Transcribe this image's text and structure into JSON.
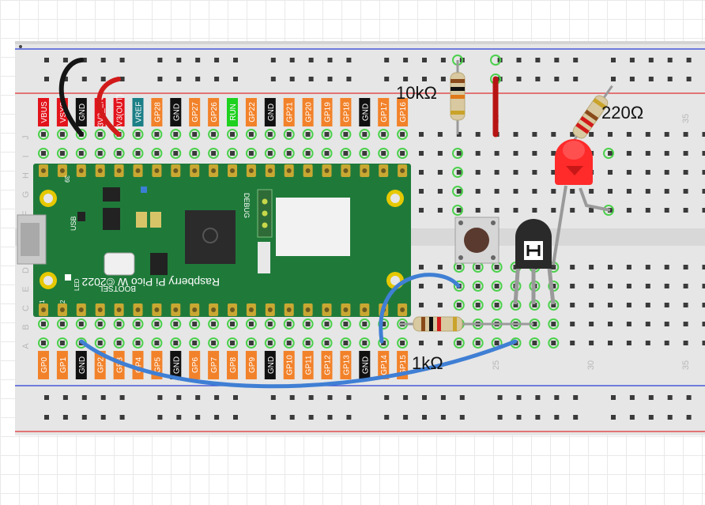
{
  "board": {
    "name": "Raspberry Pi Pico W ©2022",
    "debug_label": "DEBUG",
    "usb_label": "USB",
    "bootsel_label": "BOOTSEL",
    "led_label": "LED",
    "pin39_label": "39",
    "pin1_label": "1",
    "pin2_label": "2"
  },
  "top_pins": [
    "VBUS",
    "VSYS",
    "GND",
    "3V3_EN",
    "3V3(OUT)",
    "VREF",
    "GP28",
    "GND",
    "GP27",
    "GP26",
    "RUN",
    "GP22",
    "GND",
    "GP21",
    "GP20",
    "GP19",
    "GP18",
    "GND",
    "GP17",
    "GP16"
  ],
  "bottom_pins": [
    "GP0",
    "GP1",
    "GND",
    "GP2",
    "GP3",
    "GP4",
    "GP5",
    "GND",
    "GP6",
    "GP7",
    "GP8",
    "GP9",
    "GND",
    "GP10",
    "GP11",
    "GP12",
    "GP13",
    "GND",
    "GP14",
    "GP15"
  ],
  "row_letters_top": [
    "J",
    "I",
    "H",
    "G",
    "F"
  ],
  "row_letters_bottom": [
    "E",
    "D",
    "C",
    "B",
    "A"
  ],
  "column_numbers": [
    "25",
    "30",
    "35"
  ],
  "resistors": {
    "r_pullup": "10kΩ",
    "r_led": "220Ω",
    "r_base": "1kΩ"
  },
  "colors": {
    "pin_gp": "#f2822a",
    "pin_gnd": "#111111",
    "pin_power": "#e3131b",
    "pin_vref": "#1b7f86",
    "pin_run": "#1fd11f",
    "pcb": "#1f7a3a",
    "wire_blue": "#3f7fd4",
    "wire_red": "#d21a1a",
    "wire_black": "#151515",
    "led": "#ff2a2a",
    "rail_red": "#e03030",
    "rail_blue": "#2b3fd6"
  }
}
